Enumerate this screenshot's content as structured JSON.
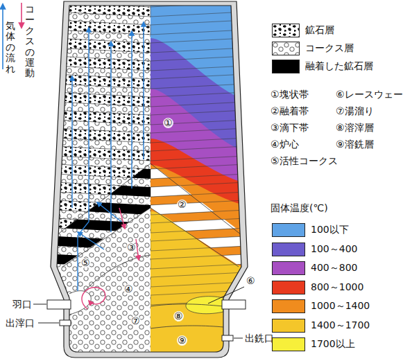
{
  "diagram": {
    "labels": [
      "気体の流れ",
      "コークスの運動",
      "①塊状帯",
      "②融着帯",
      "③滴下帯",
      "④炉心",
      "⑤活性コークス",
      "⑥レースウェー",
      "⑦湯溜り",
      "⑧溶滓層",
      "⑨溶銑層",
      "固体温度(℃)",
      "①",
      "②",
      "③",
      "④",
      "⑤",
      "⑥",
      "⑦",
      "⑧",
      "⑨",
      "羽口",
      "出滓口",
      "出銑口"
    ],
    "legend": [
      {
        "text": "鉱石層"
      },
      {
        "text": "コークス層"
      },
      {
        "text": "融着した鉱石層",
        "color": "#000000"
      },
      {
        "text": "100以下",
        "color": "#5fa3e6"
      },
      {
        "text": "100～400",
        "color": "#6c5ccc"
      },
      {
        "text": "400～800",
        "color": "#a74fc2"
      },
      {
        "text": "800～1000",
        "color": "#e83a1f"
      },
      {
        "text": "1000～1400",
        "color": "#f08c1e"
      },
      {
        "text": "1400～1700",
        "color": "#f4c62a"
      },
      {
        "text": "1700以上",
        "color": "#f7ef3a"
      }
    ]
  }
}
